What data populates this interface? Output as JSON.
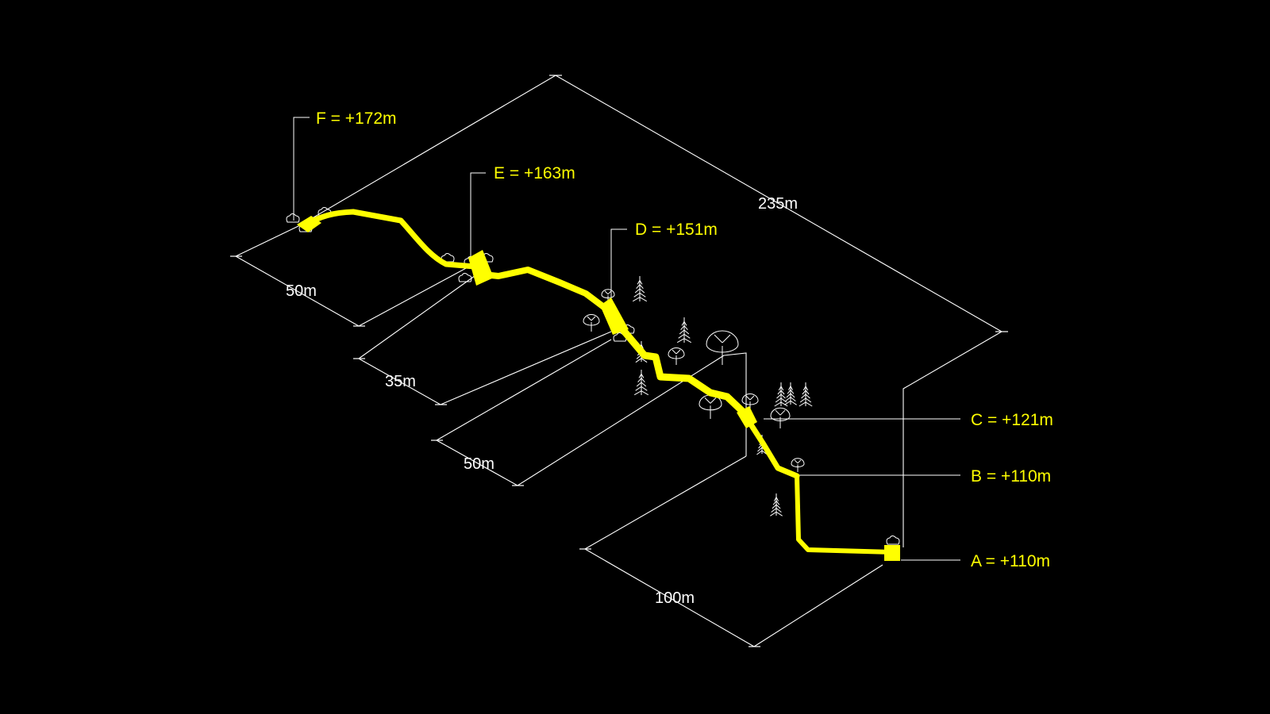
{
  "colors": {
    "background": "#000000",
    "trail": "#ffff00",
    "linework": "#ffffff"
  },
  "points": {
    "A": "A = +110m",
    "B": "B = +110m",
    "C": "C = +121m",
    "D": "D = +151m",
    "E": "E = +163m",
    "F": "F = +172m"
  },
  "dimensions": {
    "total": "235m",
    "seg_FE": "50m",
    "seg_ED": "35m",
    "seg_DC": "50m",
    "seg_CA": "100m"
  },
  "icons": [
    "tree-icon",
    "conifer-icon",
    "shrub-icon"
  ]
}
